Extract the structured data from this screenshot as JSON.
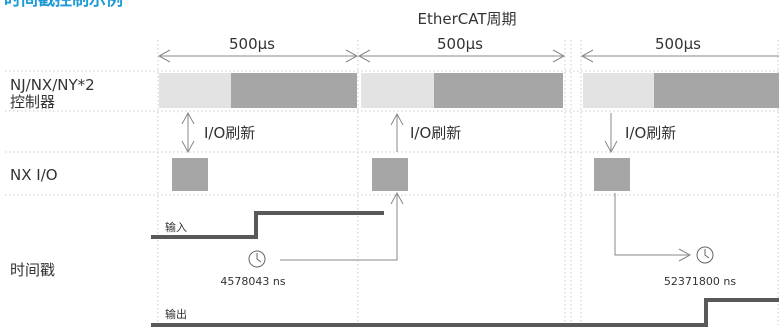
{
  "title": "时间戳控制示例",
  "header": {
    "cycle_label": "EtherCAT周期",
    "periods": [
      "500μs",
      "500μs",
      "500μs"
    ]
  },
  "rows": {
    "controller_line1": "NJ/NX/NY*2",
    "controller_line2": "控制器",
    "nx_io": "NX I/O",
    "timestamp": "时间戳"
  },
  "io_refresh_labels": [
    "I/O刷新",
    "I/O刷新",
    "I/O刷新"
  ],
  "signals": {
    "input_label": "输入",
    "output_label": "输出"
  },
  "timestamps": [
    "4578043 ns",
    "52371800 ns"
  ],
  "colors": {
    "title": "#1e9ad6",
    "bar_dark": "#a6a6a6",
    "bar_light": "#e3e3e3",
    "signal": "#595959",
    "text": "#333333",
    "guide": "#bdbdbd"
  }
}
